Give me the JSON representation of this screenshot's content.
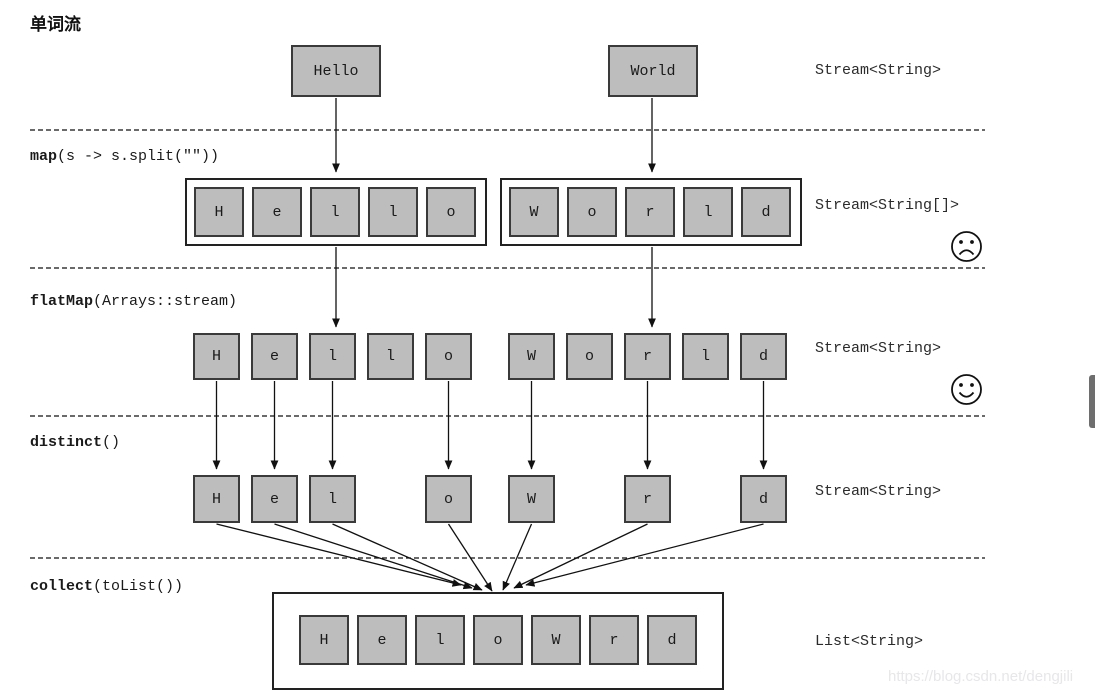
{
  "page": {
    "title": "单词流",
    "watermark": "https://blog.csdn.net/dengjili"
  },
  "colors": {
    "background": "#ffffff",
    "box_fill": "#bdbdbd",
    "box_border": "#3a3a3a",
    "line": "#111111",
    "watermark": "#e7e7ea",
    "scrollbar_thumb": "#6e6e6e"
  },
  "icons": {
    "map_result_mood": "sad-face-icon",
    "flatmap_result_mood": "smiley-face-icon"
  },
  "rows": {
    "source": {
      "words": [
        "Hello",
        "World"
      ],
      "type_label": "Stream<String>"
    },
    "map": {
      "op": "map",
      "args": "(s -> s.split(\"\"))",
      "groups": [
        [
          "H",
          "e",
          "l",
          "l",
          "o"
        ],
        [
          "W",
          "o",
          "r",
          "l",
          "d"
        ]
      ],
      "type_label": "Stream<String[]>"
    },
    "flatmap": {
      "op": "flatMap",
      "args": "(Arrays::stream)",
      "letters": [
        "H",
        "e",
        "l",
        "l",
        "o",
        "W",
        "o",
        "r",
        "l",
        "d"
      ],
      "type_label": "Stream<String>"
    },
    "distinct": {
      "op": "distinct",
      "args": "()",
      "letters": [
        "H",
        "e",
        "l",
        "o",
        "W",
        "r",
        "d"
      ],
      "type_label": "Stream<String>"
    },
    "collect": {
      "op": "collect",
      "args": "(toList())",
      "letters": [
        "H",
        "e",
        "l",
        "o",
        "W",
        "r",
        "d"
      ],
      "type_label": "List<String>"
    }
  }
}
